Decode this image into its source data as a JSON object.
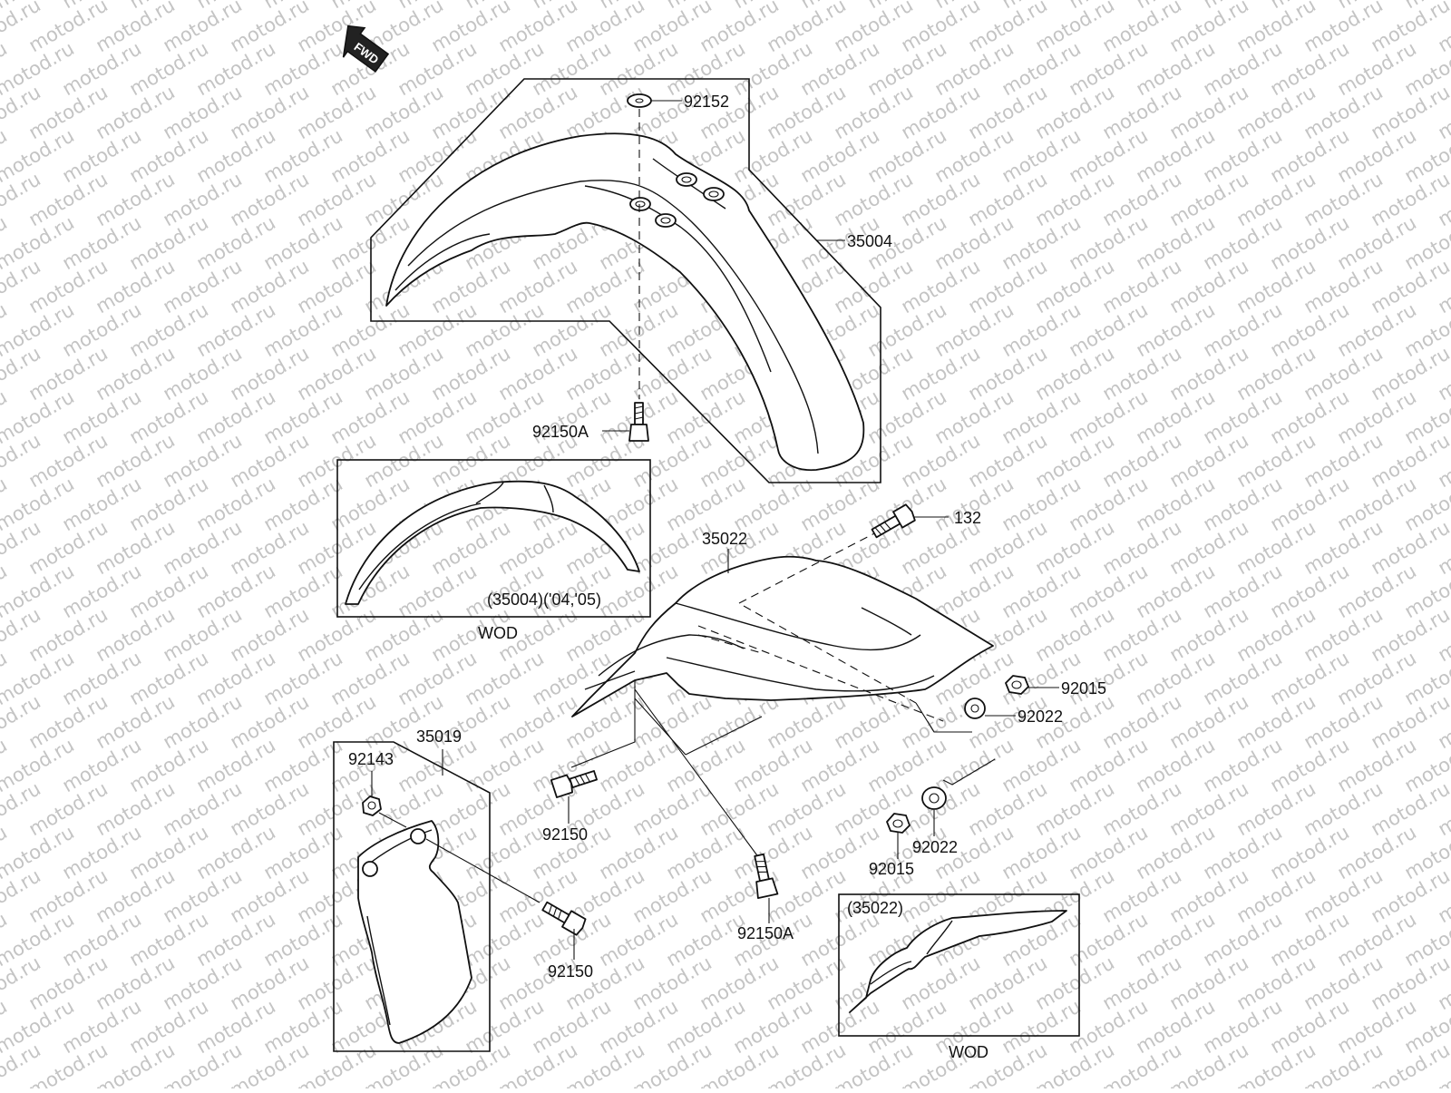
{
  "watermark_text": "motod.ru",
  "fwd_label": "FWD",
  "parts": {
    "p92152": "92152",
    "p35004": "35004",
    "p92150A_top": "92150A",
    "p35022": "35022",
    "p132": "132",
    "p92015_right": "92015",
    "p92022_right": "92022",
    "p35019": "35019",
    "p92143": "92143",
    "p92150_mid": "92150",
    "p92022_bottom": "92022",
    "p92015_bottom": "92015",
    "p92150A_bottom": "92150A",
    "p92150_bottom": "92150"
  },
  "insets": {
    "front_variant_caption": "(35004)('04,'05)",
    "front_variant_label": "WOD",
    "rear_variant_caption": "(35022)",
    "rear_variant_label": "WOD"
  }
}
